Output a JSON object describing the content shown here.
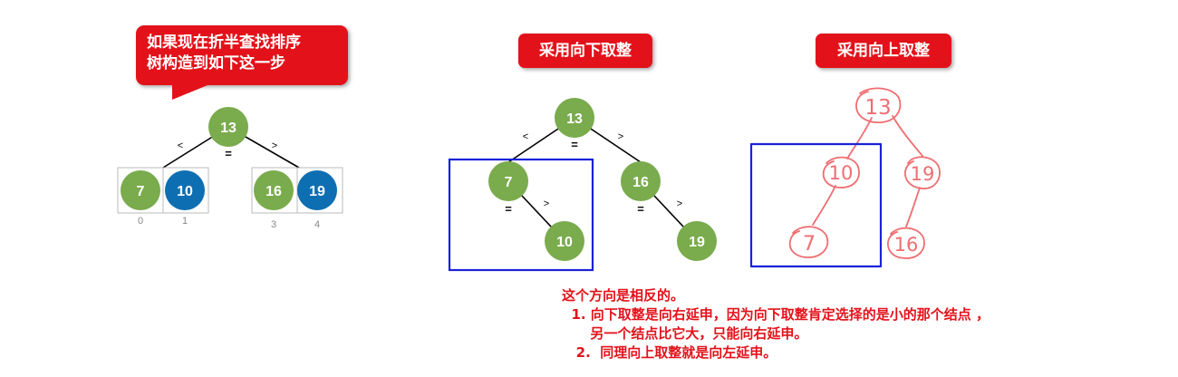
{
  "callout": {
    "line1": "如果现在折半查找排序",
    "line2": "树构造到如下这一步"
  },
  "titles": {
    "floor": "采用向下取整",
    "ceil": "采用向上取整"
  },
  "left_tree": {
    "root": "13",
    "edge_left": "<",
    "edge_right": ">",
    "eq": "=",
    "cells": [
      {
        "value": "7",
        "index": "0",
        "color": "#7aab4d"
      },
      {
        "value": "10",
        "index": "1",
        "color": "#0e6eb2"
      },
      {
        "value": "16",
        "index": "3",
        "color": "#7aab4d"
      },
      {
        "value": "19",
        "index": "4",
        "color": "#0e6eb2"
      }
    ]
  },
  "floor_tree": {
    "root": "13",
    "left": "7",
    "left_right": "10",
    "right": "16",
    "right_right": "19",
    "lt": "<",
    "gt": ">",
    "eq": "="
  },
  "ceil_tree": {
    "root": "13",
    "left": "10",
    "left_left": "7",
    "right": "19",
    "right_left": "16"
  },
  "notes": {
    "line0": "这个方向是相反的。",
    "line1": "  1. 向下取整是向右延申，因为向下取整肯定选择的是小的那个结点 ，",
    "line2": "      另一个结点比它大，只能向右延申。",
    "line3": "   2.  同理向上取整就是向左延申。"
  },
  "colors": {
    "green": "#7aab4d",
    "blue": "#0e6eb2",
    "red": "#e3121a",
    "handwriting": "#ee6e72",
    "frame": "#1a22d8"
  }
}
